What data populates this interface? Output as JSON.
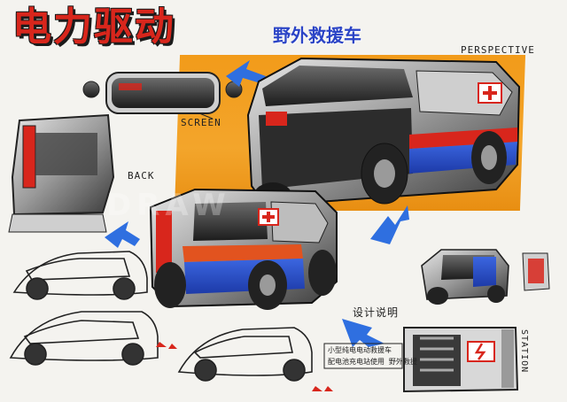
{
  "title": {
    "main": "电力驱动",
    "sub": "野外救援车"
  },
  "labels": {
    "perspective": "PERSPECTIVE",
    "screen": "SCREEN",
    "back": "BACK",
    "station": "STATION",
    "design_note_title": "设计说明",
    "design_note_body_1": "小型纯电电动救援车",
    "design_note_body_2": "配电池充电站使用 野外救援"
  },
  "colors": {
    "accent_red": "#d8261c",
    "accent_blue": "#2b44c6",
    "marker_orange": "#f29b1a"
  }
}
